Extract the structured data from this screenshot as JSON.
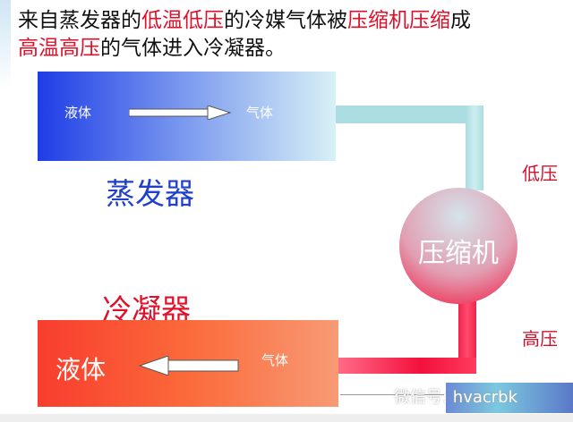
{
  "title": {
    "part1": "来自蒸发器的",
    "part2": "低温低压",
    "part3": "的冷媒气体被",
    "part4": "压缩机压缩",
    "part5": "成",
    "part6": "高温高压",
    "part7": "的气体进入冷凝器。"
  },
  "evaporator": {
    "label": "蒸发器",
    "liquid": "液体",
    "gas": "气体"
  },
  "condenser": {
    "label": "冷凝器",
    "liquid": "液体",
    "gas": "气体"
  },
  "compressor": {
    "label": "压缩机"
  },
  "low_pressure": "低压",
  "high_pressure": "高压",
  "watermark": "微信号: hvacrbk"
}
